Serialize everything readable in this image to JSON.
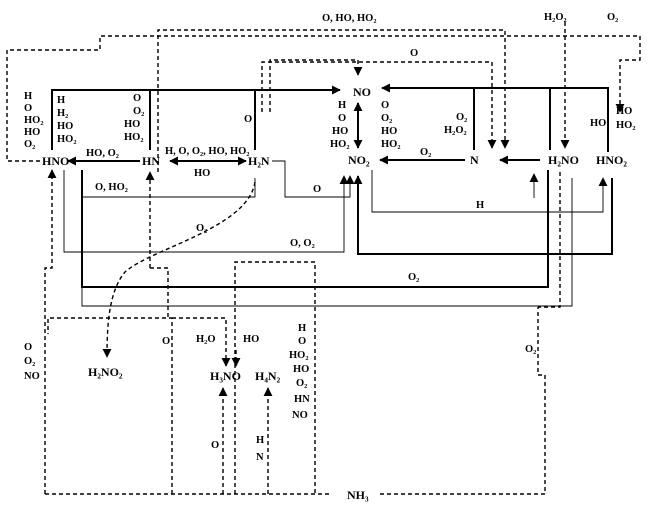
{
  "species": {
    "hno": "HNO",
    "hn": "HN",
    "h2n": "H₂N",
    "no": "NO",
    "no2": "NO₂",
    "n": "N",
    "h2no": "H₂NO",
    "hno2": "HNO₂",
    "h2no2": "H₂NO₂",
    "h3no": "H₃NO",
    "h4n2": "H₄N₂",
    "nh3": "NH₃"
  },
  "labels": {
    "top_o_ho_ho2": "O, HO, HO₂",
    "top_h2o2": "H₂O₂",
    "top_o2": "O₂",
    "top_o": "O",
    "hno_in_1": [
      "H",
      "O",
      "HO₂",
      "HO",
      "O₂"
    ],
    "hno_in_2": [
      "H",
      "H₂",
      "HO",
      "HO₂"
    ],
    "hn_in": [
      "O",
      "O₂",
      "HO",
      "HO₂"
    ],
    "h2n_o": "O",
    "hn_hno": "HO, O₂",
    "hn_h2n_top": "H, O, O₂, HO, HO₂",
    "hn_h2n_bottom": "HO",
    "no_no2_left": [
      "H",
      "O",
      "HO",
      "HO₂"
    ],
    "no_no2_right": [
      "O",
      "O₂",
      "HO",
      "HO₂"
    ],
    "n_in": [
      "O₂",
      "H₂O₂"
    ],
    "n_no2": "O₂",
    "h2no_ho": "HO",
    "hno2_in": [
      "HO",
      "HO₂"
    ],
    "h2n_hno": "O, HO₂",
    "h2n_no2": "O",
    "h_arrow": "H",
    "h2n_h2no2": "O₂",
    "hno_no2": "O, O₂",
    "h2no_hno": "O₂",
    "nh3_hno": [
      "O",
      "O₂",
      "NO"
    ],
    "nh3_hn": "O",
    "h2o": "H₂O",
    "ho_h3no": "HO",
    "h4n2_in": [
      "H",
      "O",
      "HO₂",
      "HO",
      "O₂",
      "HN",
      "NO"
    ],
    "nh3_h2no": "O₂",
    "o_h3no": "O",
    "h_n_h4n2": [
      "H",
      "N"
    ]
  }
}
